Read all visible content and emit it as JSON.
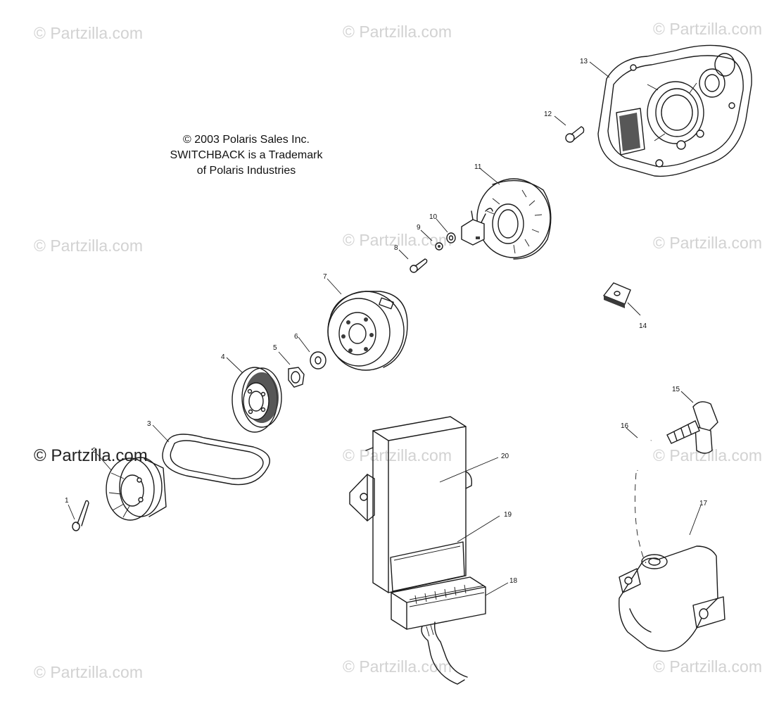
{
  "copyright": {
    "line1": "© 2003 Polaris Sales Inc.",
    "line2": "SWITCHBACK is a Trademark",
    "line3": "of Polaris Industries"
  },
  "watermark": "© Partzilla.com",
  "callouts": {
    "c1": "1",
    "c2": "2",
    "c3": "3",
    "c4": "4",
    "c5": "5",
    "c6": "6",
    "c7": "7",
    "c8": "8",
    "c9": "9",
    "c10": "10",
    "c11": "11",
    "c12": "12",
    "c13": "13",
    "c14": "14",
    "c15": "15",
    "c16": "16",
    "c17": "17",
    "c18": "18",
    "c19": "19",
    "c20": "20"
  }
}
